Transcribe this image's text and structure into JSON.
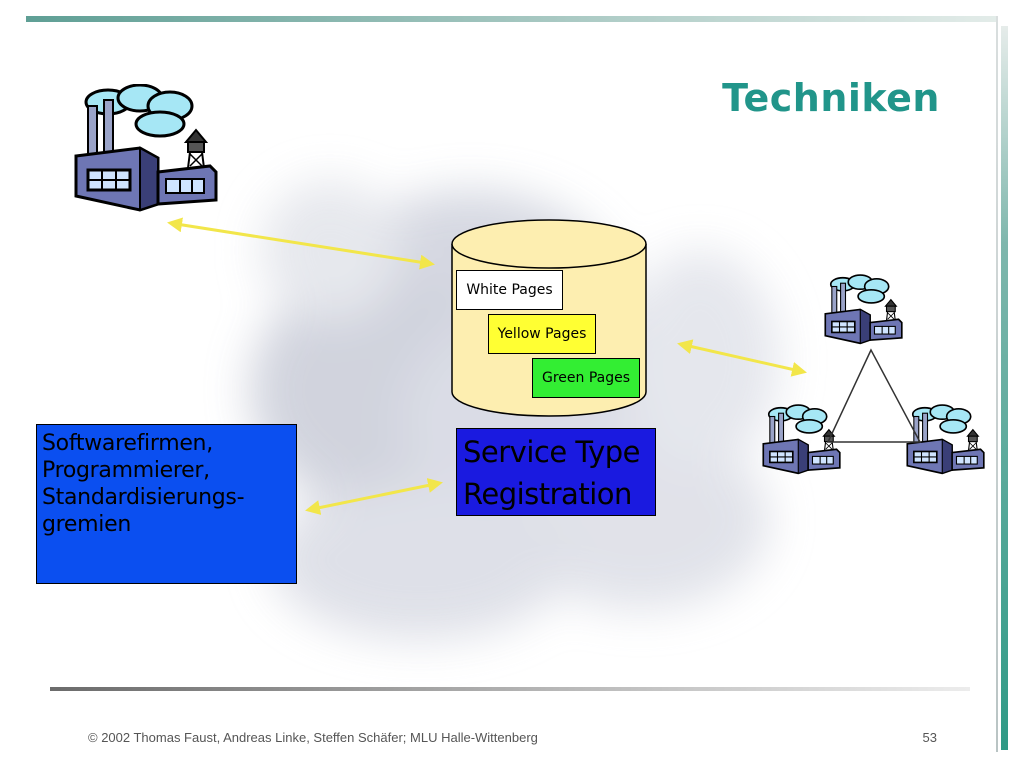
{
  "slide": {
    "title": "Techniken",
    "footer": "© 2002 Thomas Faust, Andreas Linke, Steffen Schäfer; MLU Halle-Wittenberg",
    "page_number": "53"
  },
  "registry": {
    "white_pages": "White Pages",
    "yellow_pages": "Yellow Pages",
    "green_pages": "Green Pages",
    "service_type_lines": [
      "Service Type",
      "Registration"
    ]
  },
  "developers": {
    "lines": [
      "Softwarefirmen,",
      "Programmierer,",
      "Standardisierungs-",
      "gremien"
    ]
  },
  "icons": [
    "factory-icon",
    "database-cylinder-icon",
    "cloud-background"
  ],
  "colors": {
    "title": "#21958a",
    "arrow": "#f2e64a",
    "cylinder": "#fdeeb0",
    "white_pages": "#ffffff",
    "yellow_pages": "#ffff33",
    "green_pages": "#33ee33",
    "service_type_box": "#1a1ae0",
    "developer_box": "#0b4ff0"
  }
}
